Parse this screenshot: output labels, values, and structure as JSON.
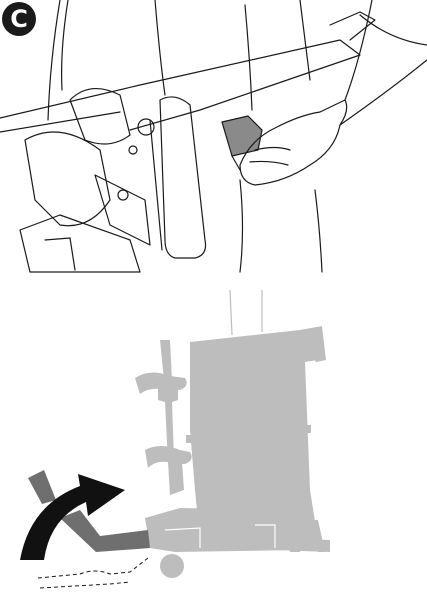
{
  "step": {
    "label": "C"
  },
  "colors": {
    "line": "#1a1a1a",
    "silhouette": "#bdbdbd",
    "handle": "#6f6f6f",
    "arrow": "#111111"
  },
  "icons": {
    "step_badge": "letter-c-badge",
    "top_detail": "hand-pressing-release-lever",
    "bottom_detail": "frame-tilt-with-foot-pedal"
  }
}
